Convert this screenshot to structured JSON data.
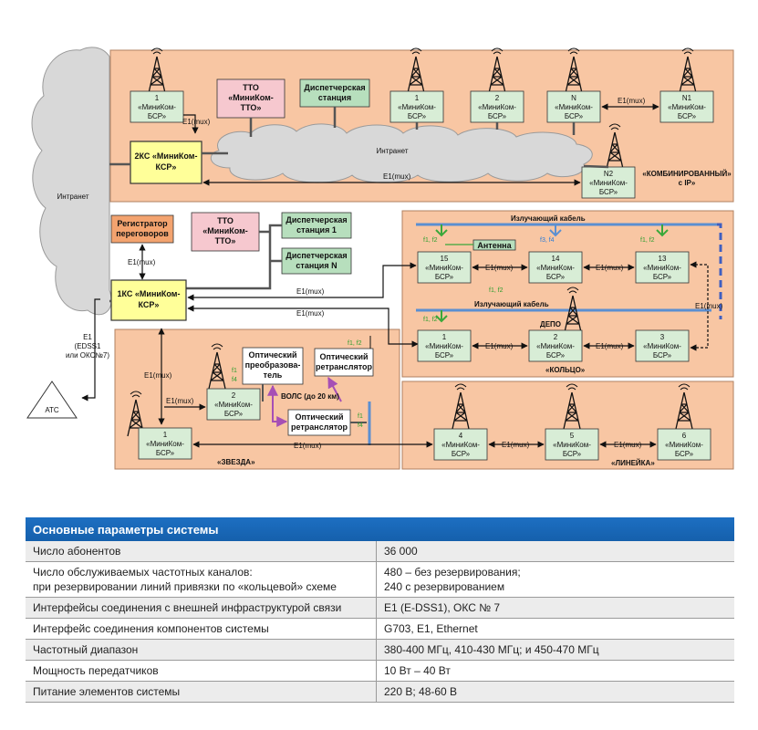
{
  "diagram": {
    "cloud_internet": "Интранет",
    "cloud_intranet": "Интранет",
    "ksr2": {
      "line1": "2КС «МиниКом-",
      "line2": "КСР»"
    },
    "ksr1": {
      "line1": "1КС «МиниКом-",
      "line2": "КСР»"
    },
    "tto_top": {
      "line1": "ТТО",
      "line2": "«МиниКом-",
      "line3": "ТТО»"
    },
    "tto_mid": {
      "line1": "ТТО",
      "line2": "«МиниКом-",
      "line3": "ТТО»"
    },
    "dispatch_top": {
      "line1": "Диспетчерская",
      "line2": "станция"
    },
    "dispatch_1": {
      "line1": "Диспетчерская",
      "line2": "станция 1"
    },
    "dispatch_n": {
      "line1": "Диспетчерская",
      "line2": "станция N"
    },
    "registrator": {
      "line1": "Регистратор",
      "line2": "переговоров"
    },
    "bsr_line2": "«МиниКом-",
    "bsr_line3": "БСР»",
    "bsr_labels": {
      "top_1": "1",
      "top_n1": "1",
      "top_n2": "2",
      "top_nn": "N",
      "top_N1": "N1",
      "top_N2": "N2",
      "ring_15": "15",
      "ring_14": "14",
      "ring_13": "13",
      "ring_1": "1",
      "ring_2": "2",
      "ring_3": "3",
      "star_1": "1",
      "star_2": "2",
      "line_4": "4",
      "line_5": "5",
      "line_6": "6"
    },
    "optical_converter": {
      "line1": "Оптический",
      "line2": "преобразова-",
      "line3": "тель"
    },
    "optical_relay_a": {
      "line1": "Оптический",
      "line2": "ретранслятор"
    },
    "optical_relay_b": {
      "line1": "Оптический",
      "line2": "ретранслятор"
    },
    "antenna": "Антенна",
    "depot": "ДЕПО",
    "radiating_cable_1": "Излучающий кабель",
    "radiating_cable_2": "Излучающий  кабель",
    "fiber_label": "ВОЛС (до 20 км)",
    "e1mux": "E1(mux)",
    "e1_left": {
      "line1": "E1",
      "line2": "(EDSS1",
      "line3": "или ОКС№7)"
    },
    "ats": "АТС",
    "freq": {
      "f1f2": "f1, f2",
      "f3f4": "f3, f4",
      "f1": "f1",
      "f4": "f4"
    },
    "section_combined": {
      "line1": "«КОМБИНИРОВАННЫЙ»",
      "line2": "с IP»"
    },
    "section_ring": "«КОЛЬЦО»",
    "section_star": "«ЗВЕЗДА»",
    "section_line": "«ЛИНЕЙКА»"
  },
  "table": {
    "header": "Основные параметры системы",
    "rows": [
      {
        "param": "Число абонентов",
        "value": "36 000"
      },
      {
        "param": "Число обслуживаемых частотных каналов:",
        "param2": "при резервировании линий привязки по «кольцевой» схеме",
        "value": "480 – без резервирования;",
        "value2": "240 с резервированием"
      },
      {
        "param": "Интерфейсы соединения с внешней инфраструктурой связи",
        "value": "E1 (E-DSS1), ОКС № 7"
      },
      {
        "param": "Интерфейс соединения компонентов системы",
        "value": "G703, E1, Ethernet"
      },
      {
        "param": "Частотный диапазон",
        "value": "380-400 МГц, 410-430 МГц; и 450-470 МГц"
      },
      {
        "param": "Мощность передатчиков",
        "value": "10 Вт – 40 Вт"
      },
      {
        "param": "Питание элементов системы",
        "value": "220 В; 48-60 В"
      }
    ]
  },
  "colors": {
    "panel": "#f8c6a3",
    "bsr": "#d8edd6",
    "ksr": "#ffff99",
    "tto": "#f6c8cf",
    "dispatch": "#b7dfbd",
    "registrator": "#f3a36f",
    "cable": "#5b8fd1",
    "green": "#3aa83a",
    "purple": "#a64fb5",
    "table_header": "#1a67b8"
  }
}
